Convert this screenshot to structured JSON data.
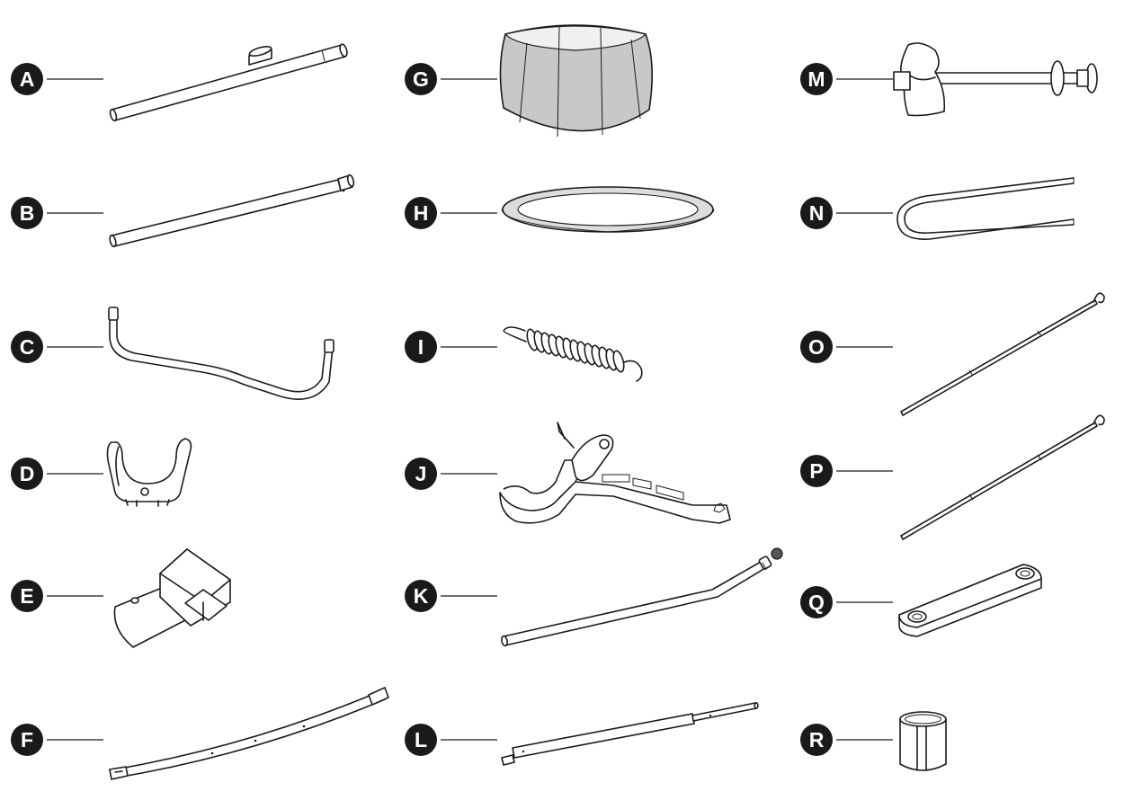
{
  "parts": [
    {
      "id": "A",
      "label": "A",
      "icon": "top-rail-tube-with-socket-icon"
    },
    {
      "id": "B",
      "label": "B",
      "icon": "straight-top-tube-icon"
    },
    {
      "id": "C",
      "label": "C",
      "icon": "w-shaped-leg-icon"
    },
    {
      "id": "D",
      "label": "D",
      "icon": "u-clip-icon"
    },
    {
      "id": "E",
      "label": "E",
      "icon": "t-joint-connector-icon"
    },
    {
      "id": "F",
      "label": "F",
      "icon": "curved-enclosure-pole-icon"
    },
    {
      "id": "G",
      "label": "G",
      "icon": "safety-net-enclosure-icon"
    },
    {
      "id": "H",
      "label": "H",
      "icon": "jumping-mat-icon"
    },
    {
      "id": "I",
      "label": "I",
      "icon": "spring-icon"
    },
    {
      "id": "J",
      "label": "J",
      "icon": "spring-puller-tool-icon"
    },
    {
      "id": "K",
      "label": "K",
      "icon": "bent-pole-with-cap-icon"
    },
    {
      "id": "L",
      "label": "L",
      "icon": "telescopic-pole-icon"
    },
    {
      "id": "M",
      "label": "M",
      "icon": "bolt-with-sleeve-and-washer-icon"
    },
    {
      "id": "N",
      "label": "N",
      "icon": "u-shaped-rod-icon"
    },
    {
      "id": "O",
      "label": "O",
      "icon": "long-rod-with-hook-icon"
    },
    {
      "id": "P",
      "label": "P",
      "icon": "long-rod-with-hook-icon"
    },
    {
      "id": "Q",
      "label": "Q",
      "icon": "connector-plate-icon"
    },
    {
      "id": "R",
      "label": "R",
      "icon": "split-sleeve-icon"
    }
  ],
  "colors": {
    "badge": "#1a1a1a",
    "net_fill": "#c8c8c8",
    "line": "#1a1a1a"
  }
}
